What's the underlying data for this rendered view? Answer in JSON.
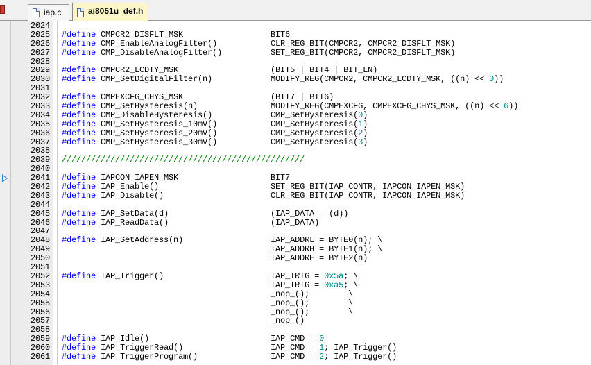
{
  "tabs": [
    {
      "label": "iap.c",
      "active": false
    },
    {
      "label": "ai8051u_def.h",
      "active": true
    }
  ],
  "editor": {
    "current_line_marker": "2041",
    "lines": [
      {
        "n": "2024",
        "segs": []
      },
      {
        "n": "2025",
        "segs": [
          [
            "kw",
            "#define"
          ],
          [
            "t",
            " CMPCR2_DISFLT_MSK                  BIT6"
          ]
        ]
      },
      {
        "n": "2026",
        "segs": [
          [
            "kw",
            "#define"
          ],
          [
            "t",
            " CMP_EnableAnalogFilter()           CLR_REG_BIT(CMPCR2, CMPCR2_DISFLT_MSK)"
          ]
        ]
      },
      {
        "n": "2027",
        "segs": [
          [
            "kw",
            "#define"
          ],
          [
            "t",
            " CMP_DisableAnalogFilter()          SET_REG_BIT(CMPCR2, CMPCR2_DISFLT_MSK)"
          ]
        ]
      },
      {
        "n": "2028",
        "segs": []
      },
      {
        "n": "2029",
        "segs": [
          [
            "kw",
            "#define"
          ],
          [
            "t",
            " CMPCR2_LCDTY_MSK                   (BIT5 | BIT4 | BIT_LN)"
          ]
        ]
      },
      {
        "n": "2030",
        "segs": [
          [
            "kw",
            "#define"
          ],
          [
            "t",
            " CMP_SetDigitalFilter(n)            MODIFY_REG(CMPCR2, CMPCR2_LCDTY_MSK, ((n) << "
          ],
          [
            "num",
            "0"
          ],
          [
            "t",
            "))"
          ]
        ]
      },
      {
        "n": "2031",
        "segs": []
      },
      {
        "n": "2032",
        "segs": [
          [
            "kw",
            "#define"
          ],
          [
            "t",
            " CMPEXCFG_CHYS_MSK                  (BIT7 | BIT6)"
          ]
        ]
      },
      {
        "n": "2033",
        "segs": [
          [
            "kw",
            "#define"
          ],
          [
            "t",
            " CMP_SetHysteresis(n)               MODIFY_REG(CMPEXCFG, CMPEXCFG_CHYS_MSK, ((n) << "
          ],
          [
            "num",
            "6"
          ],
          [
            "t",
            "))"
          ]
        ]
      },
      {
        "n": "2034",
        "segs": [
          [
            "kw",
            "#define"
          ],
          [
            "t",
            " CMP_DisableHysteresis()            CMP_SetHysteresis("
          ],
          [
            "num",
            "0"
          ],
          [
            "t",
            ")"
          ]
        ]
      },
      {
        "n": "2035",
        "segs": [
          [
            "kw",
            "#define"
          ],
          [
            "t",
            " CMP_SetHysteresis_10mV()           CMP_SetHysteresis("
          ],
          [
            "num",
            "1"
          ],
          [
            "t",
            ")"
          ]
        ]
      },
      {
        "n": "2036",
        "segs": [
          [
            "kw",
            "#define"
          ],
          [
            "t",
            " CMP_SetHysteresis_20mV()           CMP_SetHysteresis("
          ],
          [
            "num",
            "2"
          ],
          [
            "t",
            ")"
          ]
        ]
      },
      {
        "n": "2037",
        "segs": [
          [
            "kw",
            "#define"
          ],
          [
            "t",
            " CMP_SetHysteresis_30mV()           CMP_SetHysteresis("
          ],
          [
            "num",
            "3"
          ],
          [
            "t",
            ")"
          ]
        ]
      },
      {
        "n": "2038",
        "segs": []
      },
      {
        "n": "2039",
        "segs": [
          [
            "cm",
            "//////////////////////////////////////////////////"
          ]
        ]
      },
      {
        "n": "2040",
        "segs": []
      },
      {
        "n": "2041",
        "segs": [
          [
            "kw",
            "#define"
          ],
          [
            "t",
            " IAPCON_IAPEN_MSK                   BIT7"
          ]
        ]
      },
      {
        "n": "2042",
        "segs": [
          [
            "kw",
            "#define"
          ],
          [
            "t",
            " IAP_Enable()                       SET_REG_BIT(IAP_CONTR, IAPCON_IAPEN_MSK)"
          ]
        ]
      },
      {
        "n": "2043",
        "segs": [
          [
            "kw",
            "#define"
          ],
          [
            "t",
            " IAP_Disable()                      CLR_REG_BIT(IAP_CONTR, IAPCON_IAPEN_MSK)"
          ]
        ]
      },
      {
        "n": "2044",
        "segs": []
      },
      {
        "n": "2045",
        "segs": [
          [
            "kw",
            "#define"
          ],
          [
            "t",
            " IAP_SetData(d)                     (IAP_DATA = (d))"
          ]
        ]
      },
      {
        "n": "2046",
        "segs": [
          [
            "kw",
            "#define"
          ],
          [
            "t",
            " IAP_ReadData()                     (IAP_DATA)"
          ]
        ]
      },
      {
        "n": "2047",
        "segs": []
      },
      {
        "n": "2048",
        "segs": [
          [
            "kw",
            "#define"
          ],
          [
            "t",
            " IAP_SetAddress(n)                  IAP_ADDRL = BYTE0(n); \\"
          ]
        ]
      },
      {
        "n": "2049",
        "segs": [
          [
            "t",
            "                                           IAP_ADDRH = BYTE1(n); \\"
          ]
        ]
      },
      {
        "n": "2050",
        "segs": [
          [
            "t",
            "                                           IAP_ADDRE = BYTE2(n)"
          ]
        ]
      },
      {
        "n": "2051",
        "segs": []
      },
      {
        "n": "2052",
        "segs": [
          [
            "kw",
            "#define"
          ],
          [
            "t",
            " IAP_Trigger()                      IAP_TRIG = "
          ],
          [
            "num",
            "0x5a"
          ],
          [
            "t",
            "; \\"
          ]
        ]
      },
      {
        "n": "2053",
        "segs": [
          [
            "t",
            "                                           IAP_TRIG = "
          ],
          [
            "num",
            "0xa5"
          ],
          [
            "t",
            "; \\"
          ]
        ]
      },
      {
        "n": "2054",
        "segs": [
          [
            "t",
            "                                           _nop_();        \\"
          ]
        ]
      },
      {
        "n": "2055",
        "segs": [
          [
            "t",
            "                                           _nop_();        \\"
          ]
        ]
      },
      {
        "n": "2056",
        "segs": [
          [
            "t",
            "                                           _nop_();        \\"
          ]
        ]
      },
      {
        "n": "2057",
        "segs": [
          [
            "t",
            "                                           _nop_()"
          ]
        ]
      },
      {
        "n": "2058",
        "segs": []
      },
      {
        "n": "2059",
        "segs": [
          [
            "kw",
            "#define"
          ],
          [
            "t",
            " IAP_Idle()                         IAP_CMD = "
          ],
          [
            "num",
            "0"
          ]
        ]
      },
      {
        "n": "2060",
        "segs": [
          [
            "kw",
            "#define"
          ],
          [
            "t",
            " IAP_TriggerRead()                  IAP_CMD = "
          ],
          [
            "num",
            "1"
          ],
          [
            "t",
            "; IAP_Trigger()"
          ]
        ]
      },
      {
        "n": "2061",
        "segs": [
          [
            "kw",
            "#define"
          ],
          [
            "t",
            " IAP_TriggerProgram()               IAP_CMD = "
          ],
          [
            "num",
            "2"
          ],
          [
            "t",
            "; IAP_Trigger()"
          ]
        ]
      }
    ]
  }
}
